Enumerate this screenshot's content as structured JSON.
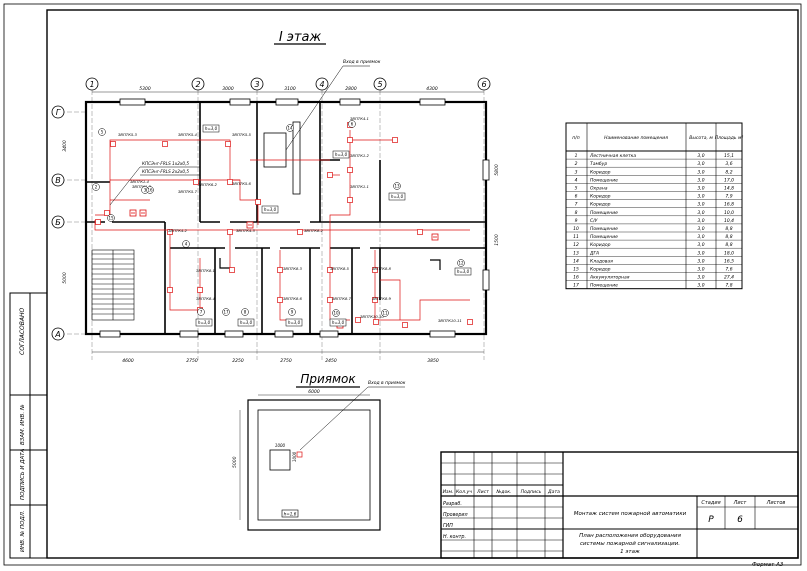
{
  "floor_title": "I этаж",
  "pit_title": "Приямок",
  "entrance_label": "Вход в приямок",
  "axes_horizontal": [
    "1",
    "2",
    "3",
    "4",
    "5",
    "6"
  ],
  "axes_vertical": [
    "Г",
    "В",
    "Б",
    "А"
  ],
  "dims_top": [
    "5300",
    "3000",
    "3100",
    "2800",
    "4300"
  ],
  "dims_bottom": [
    "4600",
    "2750",
    "2250",
    "2750",
    "2450",
    "3850"
  ],
  "dims_left": [
    "3400",
    "5000"
  ],
  "dims_right": [
    "5800",
    "1500"
  ],
  "rooms": [
    "2",
    "3",
    "4",
    "5",
    "6",
    "7",
    "8",
    "9",
    "10",
    "11",
    "12",
    "13",
    "14",
    "15",
    "16",
    "17"
  ],
  "heights": [
    "h=3,0",
    "h=3,0",
    "h=3,0",
    "h=3,0",
    "h=3,0",
    "h=3,0",
    "h=3,0",
    "h=3,0",
    "h=3,0"
  ],
  "device_labels": [
    "ЗВПТК5.3",
    "ЗВПТК5.4",
    "ЗВПТК5.5",
    "ЗВПТК5.6",
    "ЗВПТК5.7",
    "ЗВПТК6.2",
    "ЗВПТК1.3",
    "ЗВПТК1.4",
    "ЗВПТК1.2",
    "ЗВПТК1.1",
    "ЗВПТК4.1",
    "ЗВПТК4.2",
    "ЗВПТК4.3",
    "ЗВПТК8.2",
    "ЗВПТК8.1",
    "ЗВПТК8.4",
    "ЗВПТК8.3",
    "ЗВПТК8.6",
    "ЗВПТК8.5",
    "ЗВПТК8.7",
    "ЗВПТК8.8",
    "ЗВПТК8.9",
    "ЗВПТК10.10",
    "ЗВПТК10.11"
  ],
  "cable_labels": [
    "КПСЭнг-FRLS 1х2х0,5",
    "КПСЭнг-FRLS 2х2х0,5"
  ],
  "pit_dims": [
    "6000",
    "5000",
    "1000",
    "1000"
  ],
  "pit_height": "h=1,6",
  "side_stamp": [
    "СОГЛАСОВАНО",
    "ВЗАМ. ИНВ. №",
    "ПОДПИСЬ И ДАТА",
    "ИНВ. № ПОДЛ."
  ],
  "room_table": {
    "headers": [
      "п/п",
      "Наименование помещения",
      "Высота, м",
      "Площадь м²"
    ],
    "rows": [
      [
        "1",
        "Лестничная клетка",
        "3,0",
        "15,1"
      ],
      [
        "2",
        "Тамбур",
        "3,0",
        "3,6"
      ],
      [
        "3",
        "Коридор",
        "3,0",
        "8,2"
      ],
      [
        "4",
        "Помещение",
        "3,0",
        "17,0"
      ],
      [
        "5",
        "Охрана",
        "3,0",
        "14,8"
      ],
      [
        "6",
        "Коридор",
        "3,0",
        "7,9"
      ],
      [
        "7",
        "Коридор",
        "3,0",
        "16,8"
      ],
      [
        "8",
        "Помещение",
        "3,0",
        "10,0"
      ],
      [
        "9",
        "С/У",
        "3,0",
        "10,4"
      ],
      [
        "10",
        "Помещение",
        "3,0",
        "8,8"
      ],
      [
        "11",
        "Помещение",
        "3,0",
        "8,8"
      ],
      [
        "12",
        "Коридор",
        "3,0",
        "8,8"
      ],
      [
        "13",
        "ДГА",
        "3,0",
        "18,0"
      ],
      [
        "14",
        "Кладовая",
        "3,0",
        "16,5"
      ],
      [
        "15",
        "Коридор",
        "3,0",
        "7,6"
      ],
      [
        "16",
        "Аккумуляторная",
        "3,0",
        "27,4"
      ],
      [
        "17",
        "Помещение",
        "3,0",
        "7,8"
      ]
    ]
  },
  "title_block": {
    "col_headers": [
      "Изм.",
      "Кол.уч",
      "Лист",
      "№док.",
      "Подпись",
      "Дата"
    ],
    "roles": [
      "Разраб.",
      "Проверил",
      "ГИП",
      "Н. контр."
    ],
    "system_name": "Монтаж систем пожарной автоматики",
    "sheet_title": [
      "План расположения оборудования",
      "системы пожарной сигнализации.",
      "1 этаж"
    ],
    "stage_headers": [
      "Стадия",
      "Лист",
      "Листов"
    ],
    "stage": "Р",
    "sheet": "6",
    "sheets": "",
    "format": "Формат А3"
  }
}
